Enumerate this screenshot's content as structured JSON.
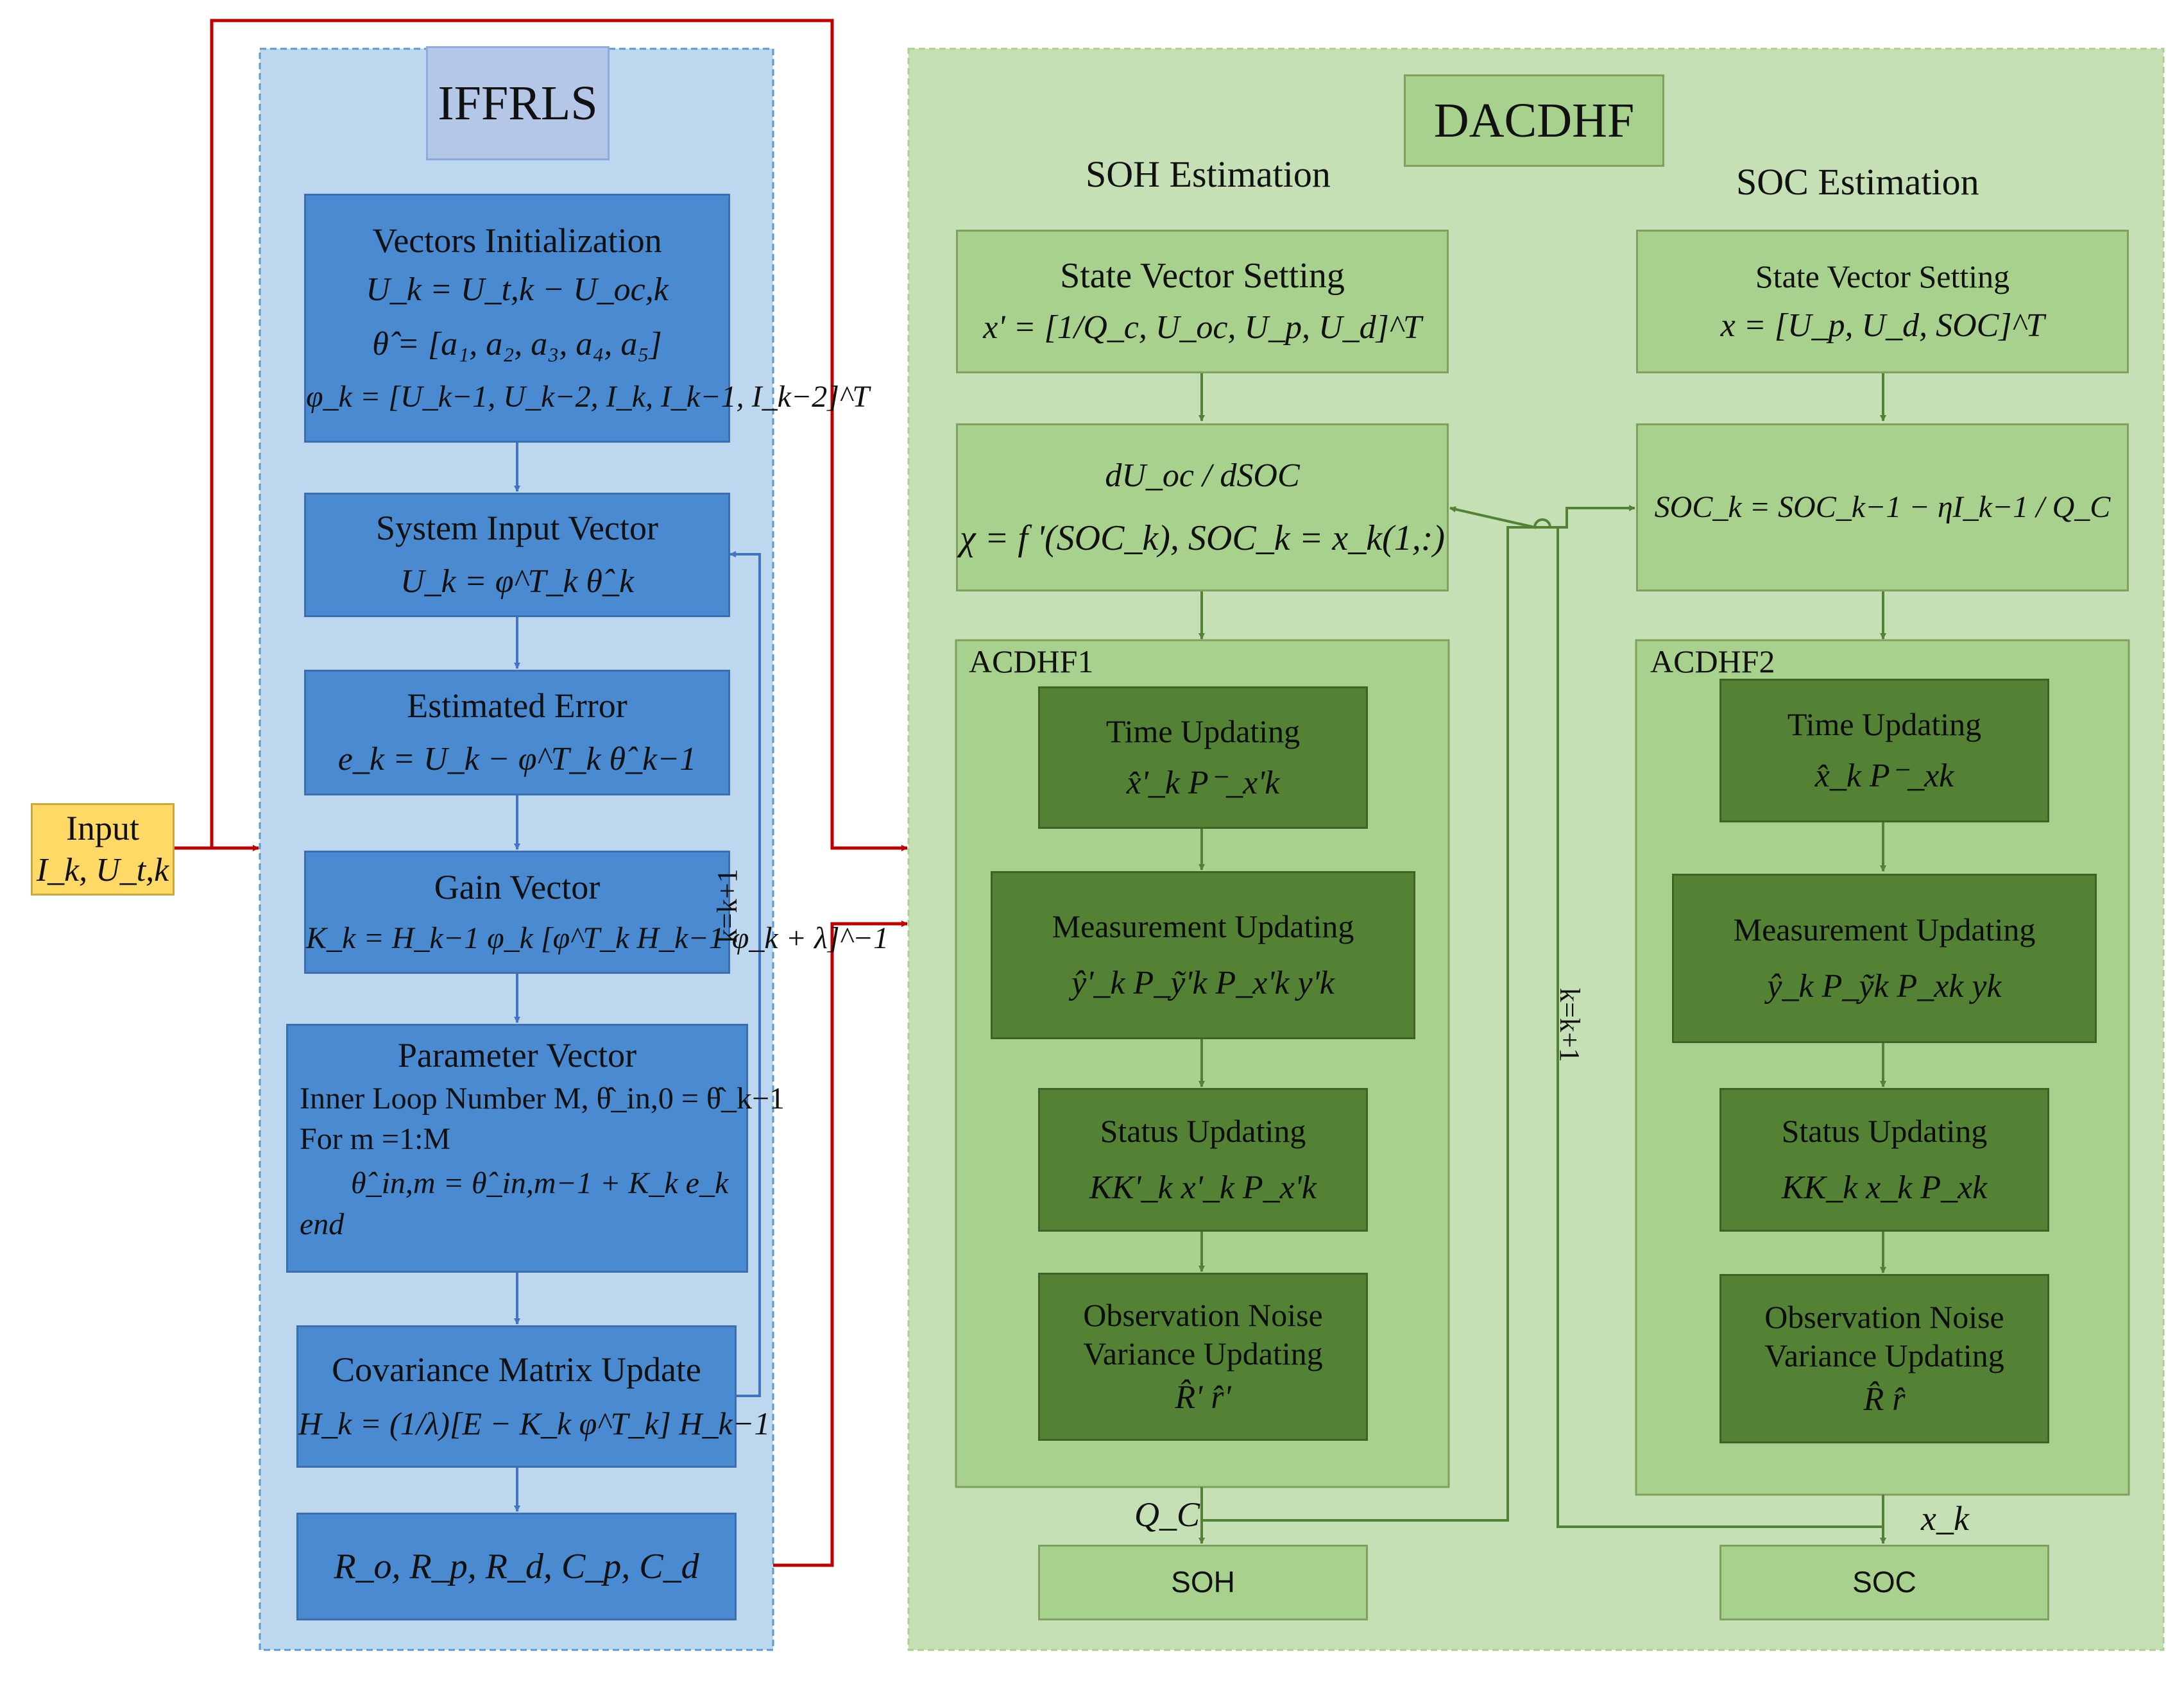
{
  "input": {
    "title": "Input",
    "formula": "I_k, U_t,k"
  },
  "iffrls": {
    "title": "IFFRLS",
    "loop_label": "k=k+1",
    "vectors_init": {
      "title": "Vectors Initialization",
      "f1": "U_k = U_t,k − U_oc,k",
      "f2": "θ̂ = [a₁, a₂, a₃, a₄, a₅]",
      "f3": "φ_k = [U_k−1, U_k−2, I_k, I_k−1, I_k−2]^T"
    },
    "system_input": {
      "title": "System Input Vector",
      "f1": "U_k = φ^T_k θ̂_k"
    },
    "est_error": {
      "title": "Estimated Error",
      "f1": "e_k = U_k − φ^T_k θ̂_k−1"
    },
    "gain": {
      "title": "Gain Vector",
      "f1": "K_k = H_k−1 φ_k [φ^T_k H_k−1 φ_k + λ]^−1"
    },
    "param": {
      "title": "Parameter Vector",
      "l1": "Inner Loop Number M, θ̂_in,0 = θ̂_k−1",
      "l2": "For m =1:M",
      "l3": "θ̂_in,m = θ̂_in,m−1 + K_k e_k",
      "l4": "end"
    },
    "cov": {
      "title": "Covariance Matrix Update",
      "f1": "H_k = (1/λ)[E − K_k φ^T_k] H_k−1"
    },
    "outputs": {
      "f1": "R_o, R_p, R_d, C_p, C_d"
    }
  },
  "dacdhf": {
    "title": "DACDHF",
    "soh_heading": "SOH Estimation",
    "soc_heading": "SOC Estimation",
    "loop_label": "k=k+1",
    "soh": {
      "state": {
        "title": "State Vector Setting",
        "f1": "x' = [1/Q_c, U_oc, U_p, U_d]^T"
      },
      "deriv": {
        "f1": "dU_oc / dSOC",
        "f2": "χ = f '(SOC_k), SOC_k = x_k(1,:)"
      },
      "filter_title": "ACDHF1",
      "time": {
        "title": "Time Updating",
        "f1": "x̂'_k    P⁻_x'k"
      },
      "meas": {
        "title": "Measurement Updating",
        "f1": "ŷ'_k    P_ỹ'k    P_x'k y'k"
      },
      "status": {
        "title": "Status Updating",
        "f1": "KK'_k    x'_k    P_x'k"
      },
      "noise": {
        "title1": "Observation Noise",
        "title2": "Variance Updating",
        "f1": "R̂'    r̂'"
      },
      "out_label": "Q_C",
      "out_box": "SOH"
    },
    "soc": {
      "state": {
        "title": "State Vector Setting",
        "f1": "x = [U_p, U_d, SOC]^T"
      },
      "socf": {
        "f1": "SOC_k = SOC_k−1 − ηI_k−1 / Q_C"
      },
      "filter_title": "ACDHF2",
      "time": {
        "title": "Time Updating",
        "f1": "x̂_k    P⁻_xk"
      },
      "meas": {
        "title": "Measurement Updating",
        "f1": "ŷ_k    P_ỹk    P_xk yk"
      },
      "status": {
        "title": "Status Updating",
        "f1": "KK_k    x_k    P_xk"
      },
      "noise": {
        "title1": "Observation Noise",
        "title2": "Variance Updating",
        "f1": "R̂    r̂"
      },
      "out_label": "x_k",
      "out_box": "SOC"
    }
  },
  "colors": {
    "iffrls_panel": "#bdd7ee",
    "blue_box": "#4a8ad0",
    "dacdhf_panel": "#c5e0b4",
    "light_green": "#a9d18e",
    "dark_green": "#548235",
    "input_box": "#ffd966",
    "red_arrow": "#c00000",
    "blue_arrow": "#4472c4",
    "green_arrow": "#548235"
  }
}
